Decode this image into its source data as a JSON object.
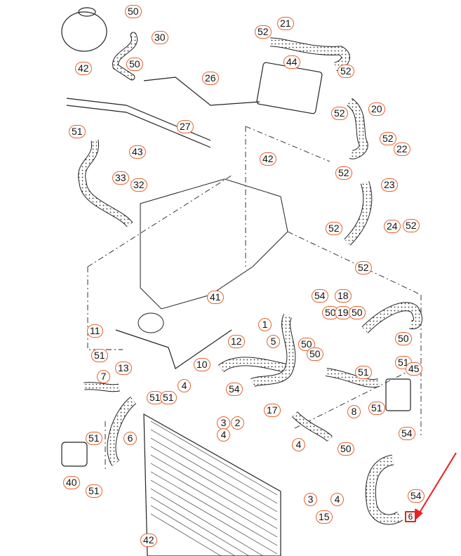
{
  "diagram": {
    "title": "Cooling system hoses exploded parts diagram",
    "accent_callout_color": "#e8622c",
    "highlight_color": "#e32222",
    "callouts": [
      {
        "id": "c1",
        "label": "50"
      },
      {
        "id": "c2",
        "label": "30"
      },
      {
        "id": "c3",
        "label": "50"
      },
      {
        "id": "c4",
        "label": "42"
      },
      {
        "id": "c5",
        "label": "26"
      },
      {
        "id": "c6",
        "label": "27"
      },
      {
        "id": "c7",
        "label": "51"
      },
      {
        "id": "c8",
        "label": "43"
      },
      {
        "id": "c9",
        "label": "33"
      },
      {
        "id": "c10",
        "label": "32"
      },
      {
        "id": "c11",
        "label": "21"
      },
      {
        "id": "c12",
        "label": "52"
      },
      {
        "id": "c13",
        "label": "44"
      },
      {
        "id": "c14",
        "label": "52"
      },
      {
        "id": "c15",
        "label": "52"
      },
      {
        "id": "c16",
        "label": "20"
      },
      {
        "id": "c17",
        "label": "42"
      },
      {
        "id": "c18",
        "label": "52"
      },
      {
        "id": "c19",
        "label": "52"
      },
      {
        "id": "c20",
        "label": "22"
      },
      {
        "id": "c21",
        "label": "23"
      },
      {
        "id": "c22",
        "label": "52"
      },
      {
        "id": "c23",
        "label": "52"
      },
      {
        "id": "c24",
        "label": "24"
      },
      {
        "id": "c25",
        "label": "52"
      },
      {
        "id": "c26",
        "label": "41"
      },
      {
        "id": "c27",
        "label": "11"
      },
      {
        "id": "c28",
        "label": "12"
      },
      {
        "id": "c29",
        "label": "51"
      },
      {
        "id": "c30",
        "label": "13"
      },
      {
        "id": "c31",
        "label": "10"
      },
      {
        "id": "c32",
        "label": "7"
      },
      {
        "id": "c33",
        "label": "4"
      },
      {
        "id": "c34",
        "label": "54"
      },
      {
        "id": "c35",
        "label": "51"
      },
      {
        "id": "c36",
        "label": "51"
      },
      {
        "id": "c37",
        "label": "3"
      },
      {
        "id": "c38",
        "label": "2"
      },
      {
        "id": "c39",
        "label": "4"
      },
      {
        "id": "c40",
        "label": "6"
      },
      {
        "id": "c41",
        "label": "51"
      },
      {
        "id": "c42",
        "label": "40"
      },
      {
        "id": "c43",
        "label": "51"
      },
      {
        "id": "c44",
        "label": "42"
      },
      {
        "id": "c45",
        "label": "54"
      },
      {
        "id": "c46",
        "label": "18"
      },
      {
        "id": "c47",
        "label": "50"
      },
      {
        "id": "c48",
        "label": "19"
      },
      {
        "id": "c49",
        "label": "50"
      },
      {
        "id": "c50",
        "label": "1"
      },
      {
        "id": "c51",
        "label": "5"
      },
      {
        "id": "c52",
        "label": "50"
      },
      {
        "id": "c53",
        "label": "50"
      },
      {
        "id": "c54",
        "label": "50"
      },
      {
        "id": "c55",
        "label": "51"
      },
      {
        "id": "c56",
        "label": "51"
      },
      {
        "id": "c57",
        "label": "45"
      },
      {
        "id": "c58",
        "label": "17"
      },
      {
        "id": "c59",
        "label": "8"
      },
      {
        "id": "c60",
        "label": "51"
      },
      {
        "id": "c61",
        "label": "54"
      },
      {
        "id": "c62",
        "label": "4"
      },
      {
        "id": "c63",
        "label": "50"
      },
      {
        "id": "c64",
        "label": "3"
      },
      {
        "id": "c65",
        "label": "4"
      },
      {
        "id": "c66",
        "label": "15"
      },
      {
        "id": "c67",
        "label": "54"
      },
      {
        "id": "c68",
        "label": "6"
      }
    ]
  }
}
